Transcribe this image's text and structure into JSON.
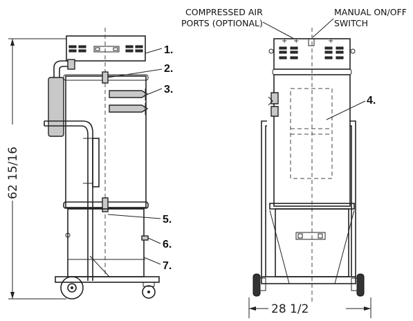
{
  "callouts": {
    "c1": "1.",
    "c2": "2.",
    "c3": "3.",
    "c4": "4.",
    "c5": "5.",
    "c6": "6.",
    "c7": "7."
  },
  "labels": {
    "compressed_air_line1": "COMPRESSED AIR",
    "compressed_air_line2": "PORTS (OPTIONAL)",
    "manual_switch_line1": "MANUAL ON/OFF",
    "manual_switch_line2": "SWITCH"
  },
  "dimensions": {
    "height": "62 15/16",
    "width": "28 1/2"
  },
  "colors": {
    "line": "#222222",
    "fill_gray": "#c8c8c8",
    "background": "#ffffff"
  }
}
